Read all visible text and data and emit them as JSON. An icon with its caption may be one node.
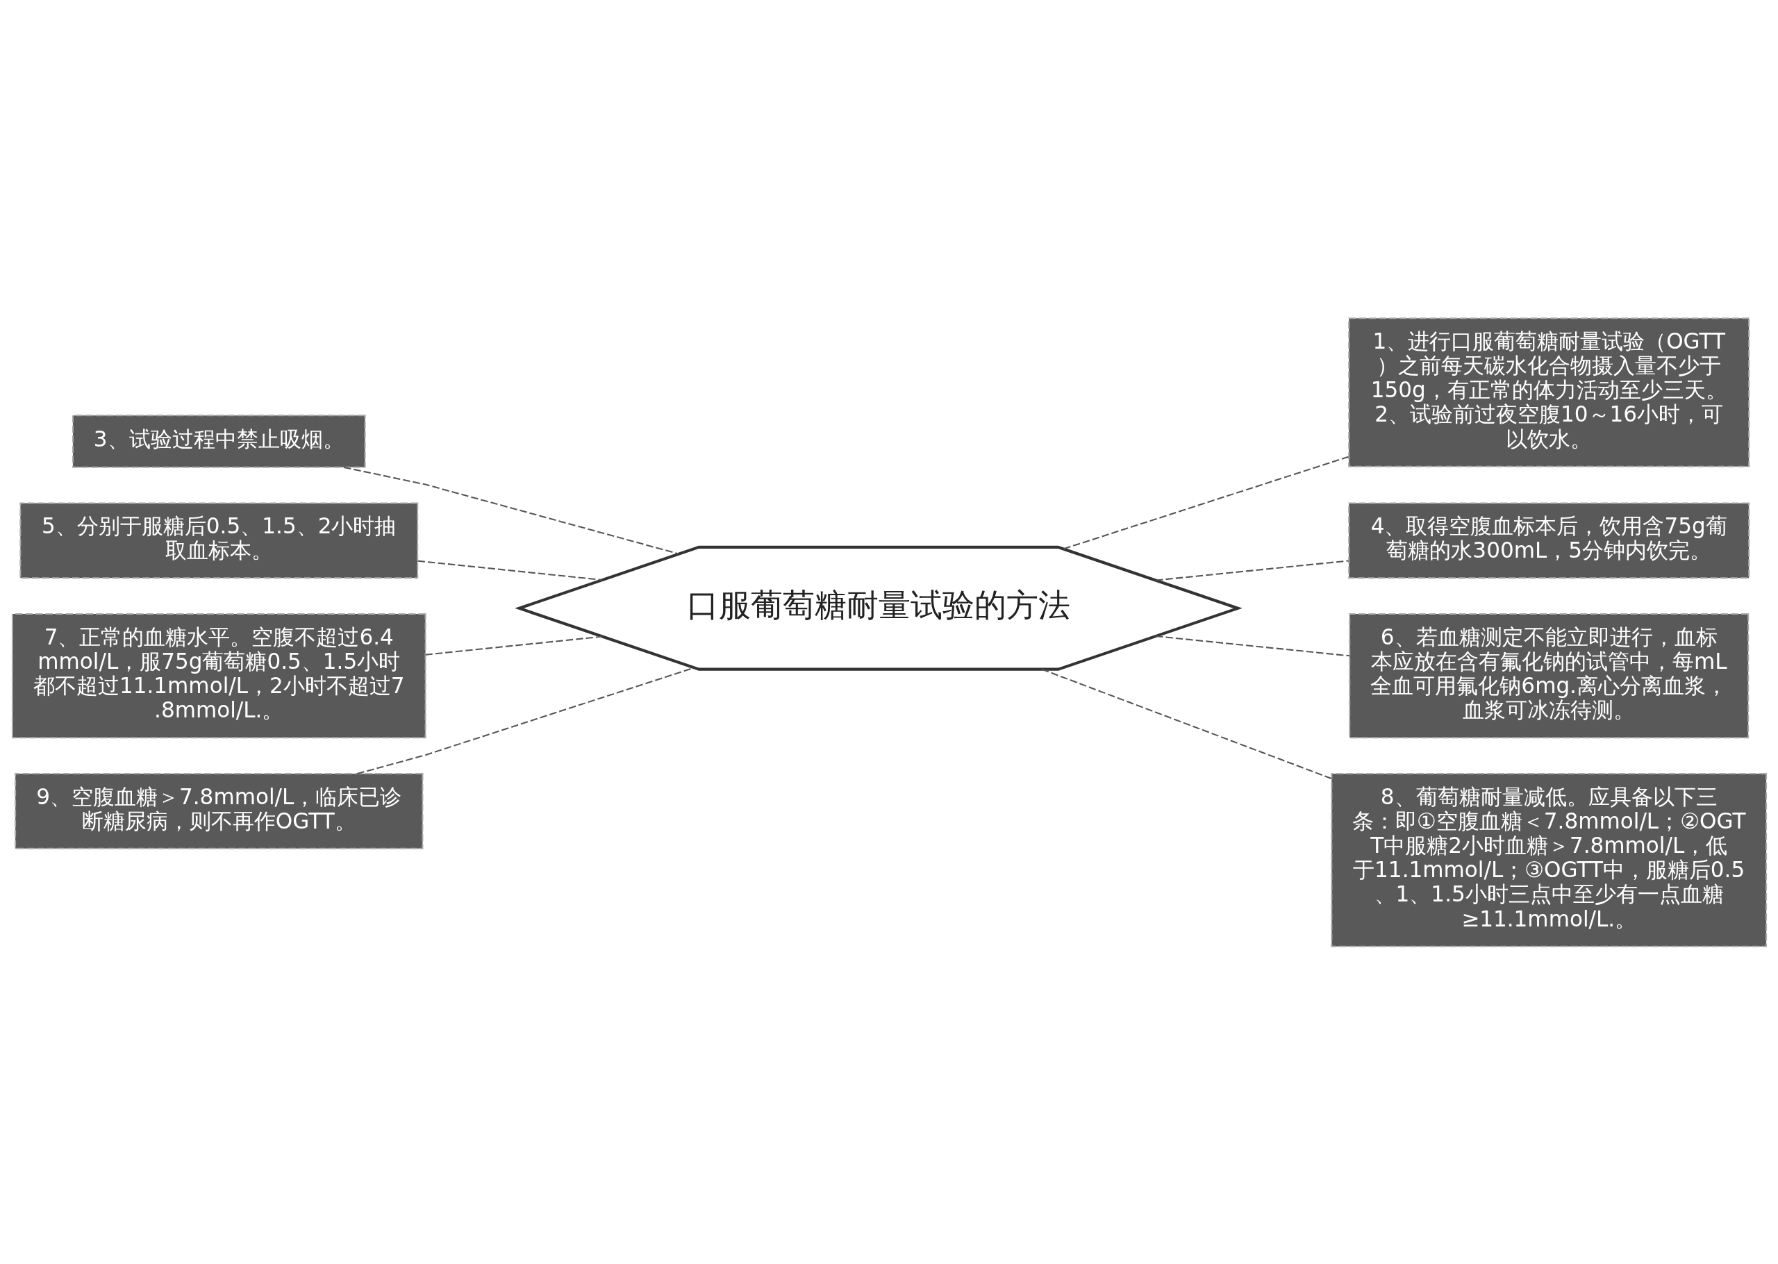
{
  "diagram": {
    "nodes": [
      {
        "text": [
          "口服葡萄糖耐量试验的方法"
        ]
      },
      {
        "text": [
          "1、进行口服葡萄糖耐量试验（OGTT）之前每天碳水化合物摄入量不少于150g，有正常的体力活动至少三天。2、试验前过夜空腹10～16小时，可以饮水。"
        ]
      },
      {
        "text": [
          "3、试验过程中禁止吸烟。"
        ]
      },
      {
        "text": [
          "4、取得空腹血标本后，饮用含75g葡萄糖的水300mL，5分钟内饮完。"
        ]
      },
      {
        "text": [
          "5、分别于服糖后0.5、1.5、2小时抽取血标本。"
        ]
      },
      {
        "text": [
          "6、若血糖测定不能立即进行，血标本应放在含有氟化钠的试管中，每mL全血可用氟化钠6mg.离心分离血浆，血浆可冰冻待测。"
        ]
      },
      {
        "text": [
          "7、正常的血糖水平。空腹不超过6.4mmol/L，服75g葡萄糖0.5、1.5小时都不超过11.1mmol/L，2小时不超过7.8mmol/L.。"
        ]
      },
      {
        "text": [
          "8、葡萄糖耐量减低。应具备以下三条：即①空腹血糖＜7.8mmol/L；②OGTT中服糖2小时血糖＞7.8mmol/L，低于11.1mmol/L；③OGTT中，服糖后0.5、1、1.5小时三点中至少有一点血糖≥11.1mmol/L.。"
        ]
      },
      {
        "text": [
          "9、空腹血糖＞7.8mmol/L，临床已诊断糖尿病，则不再作OGTT。"
        ]
      }
    ],
    "edges": [
      {
        "from": 0,
        "to": 1,
        "arrow": "none",
        "style": "dashed"
      },
      {
        "from": 0,
        "to": 2,
        "arrow": "none",
        "style": "dashed"
      },
      {
        "from": 0,
        "to": 3,
        "arrow": "none",
        "style": "dashed"
      },
      {
        "from": 0,
        "to": 4,
        "arrow": "none",
        "style": "dashed"
      },
      {
        "from": 0,
        "to": 5,
        "arrow": "none",
        "style": "dashed"
      },
      {
        "from": 0,
        "to": 6,
        "arrow": "none",
        "style": "dashed"
      },
      {
        "from": 0,
        "to": 7,
        "arrow": "none",
        "style": "dashed"
      },
      {
        "from": 0,
        "to": 8,
        "arrow": "none",
        "style": "dashed"
      }
    ]
  }
}
